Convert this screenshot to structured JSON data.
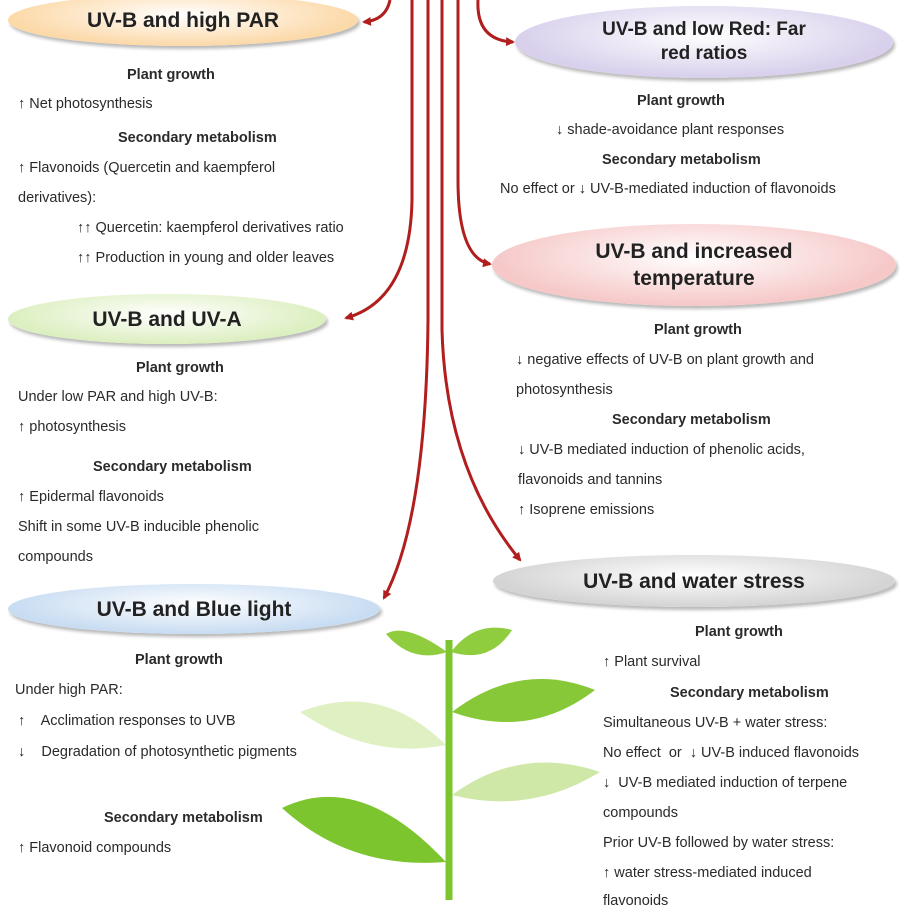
{
  "colors": {
    "arrow": "#b01e1e",
    "leaf_light": "#c9e89a",
    "leaf_dark": "#7cc52e"
  },
  "sections": {
    "high_par": {
      "title": "UV-B and high PAR",
      "color": "#fcd9a8",
      "growth_heading": "Plant growth",
      "growth": [
        "↑ Net photosynthesis"
      ],
      "secondary_heading": "Secondary metabolism",
      "secondary": [
        "↑ Flavonoids (Quercetin and kaempferol",
        "derivatives):",
        "↑↑ Quercetin: kaempferol derivatives ratio",
        "↑↑ Production in young and older leaves"
      ]
    },
    "uva": {
      "title": "UV-B and UV-A",
      "color": "#dcefc0",
      "growth_heading": "Plant growth",
      "growth": [
        "Under low PAR and high UV-B:",
        "↑ photosynthesis"
      ],
      "secondary_heading": "Secondary metabolism",
      "secondary": [
        "↑ Epidermal flavonoids",
        "Shift in some UV-B inducible phenolic",
        "compounds"
      ]
    },
    "blue": {
      "title": "UV-B and Blue light",
      "color": "#c8dcf2",
      "growth_heading": "Plant growth",
      "growth": [
        "Under high PAR:",
        "↑    Acclimation responses to UVB",
        "↓    Degradation of photosynthetic pigments"
      ],
      "secondary_heading": "Secondary metabolism",
      "secondary": [
        "↑ Flavonoid compounds"
      ]
    },
    "red_far": {
      "title_line1": "UV-B and low Red: Far",
      "title_line2": "red ratios",
      "color": "#d8d0ec",
      "growth_heading": "Plant growth",
      "growth": [
        "↓ shade-avoidance plant responses"
      ],
      "secondary_heading": "Secondary metabolism",
      "secondary": [
        "No effect or ↓ UV-B-mediated induction of flavonoids"
      ]
    },
    "temp": {
      "title_line1": "UV-B and increased",
      "title_line2": "temperature",
      "color": "#f6c8c8",
      "growth_heading": "Plant growth",
      "growth": [
        "↓ negative effects of UV-B on plant growth and",
        "photosynthesis"
      ],
      "secondary_heading": "Secondary metabolism",
      "secondary": [
        "↓ UV-B mediated induction of phenolic acids,",
        "flavonoids and tannins",
        "↑ Isoprene emissions"
      ]
    },
    "water": {
      "title": "UV-B and water stress",
      "color": "#d4d4d4",
      "growth_heading": "Plant growth",
      "growth": [
        "↑ Plant survival"
      ],
      "secondary_heading": "Secondary metabolism",
      "secondary": [
        "Simultaneous UV-B + water stress:",
        "No effect  or  ↓ UV-B induced flavonoids",
        "↓  UV-B mediated induction of terpene",
        "compounds",
        "Prior UV-B followed by water stress:",
        "↑ water stress-mediated induced",
        "flavonoids"
      ]
    }
  }
}
